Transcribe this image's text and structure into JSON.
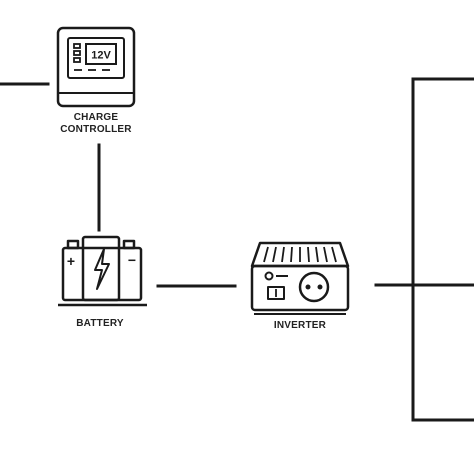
{
  "controller": {
    "screen_text": "12V",
    "label_line1": "CHARGE",
    "label_line2": "CONTROLLER",
    "icon": "charge-controller-icon"
  },
  "battery": {
    "label": "BATTERY",
    "positive_symbol": "+",
    "negative_symbol": "−",
    "icon": "battery-icon"
  },
  "inverter": {
    "label": "INVERTER",
    "icon": "inverter-icon"
  },
  "colors": {
    "stroke": "#1a1a1a",
    "background": "#ffffff"
  }
}
